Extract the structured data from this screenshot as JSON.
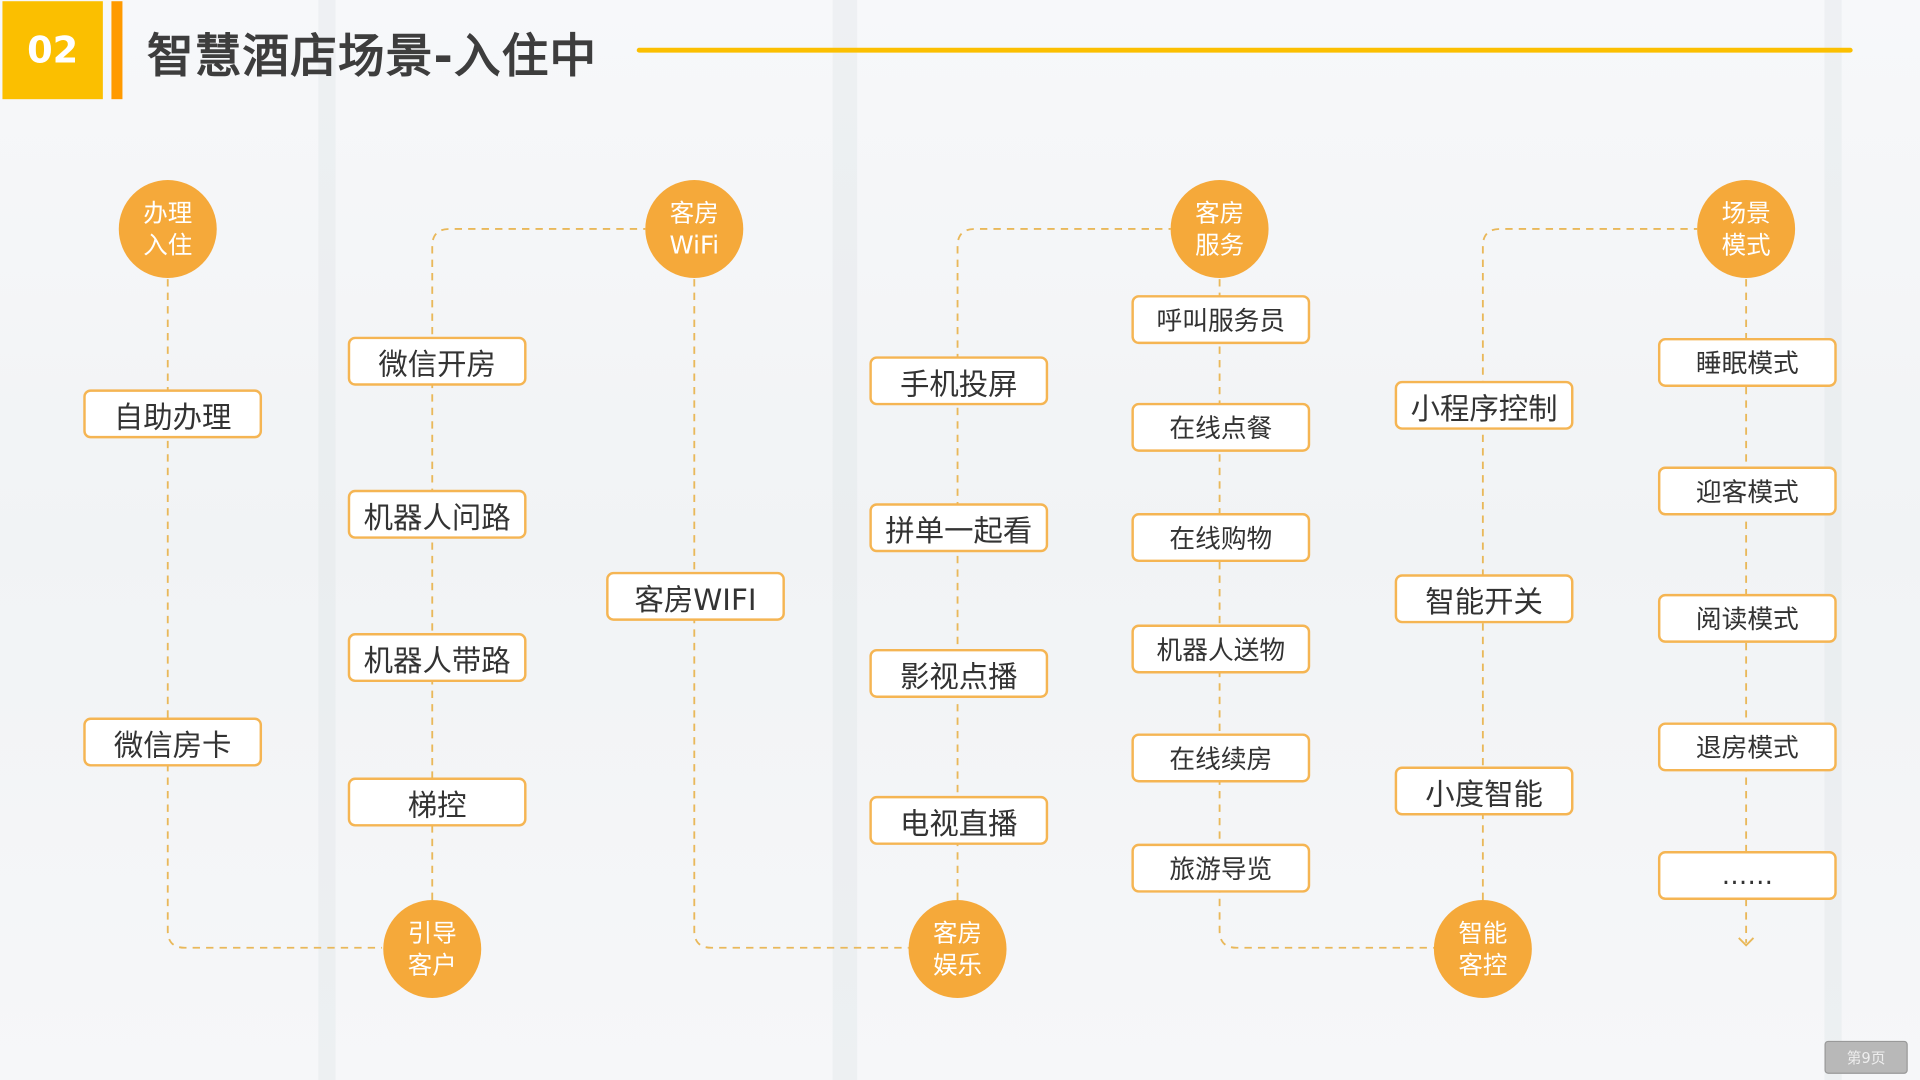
{
  "header": {
    "section_number": "02",
    "title": "智慧酒店场景-入住中"
  },
  "nodes": {
    "checkin": "办理\n入住",
    "wifi": "客房\nWiFi",
    "service": "客房\n服务",
    "scene": "场景\n模式",
    "guide": "引导\n客户",
    "entertainment": "客房\n娱乐",
    "control": "智能\n客控"
  },
  "checkin_items": [
    "自助办理",
    "微信房卡"
  ],
  "guide_items": [
    "微信开房",
    "机器人问路",
    "机器人带路",
    "梯控"
  ],
  "wifi_items": [
    "客房WIFI"
  ],
  "entertainment_items": [
    "手机投屏",
    "拼单一起看",
    "影视点播",
    "电视直播"
  ],
  "service_items": [
    "呼叫服务员",
    "在线点餐",
    "在线购物",
    "机器人送物",
    "在线续房",
    "旅游导览"
  ],
  "control_items": [
    "小程序控制",
    "智能开关",
    "小度智能"
  ],
  "scene_items": [
    "睡眠模式",
    "迎客模式",
    "阅读模式",
    "退房模式",
    "……"
  ],
  "footer": {
    "page_label": "第9页"
  },
  "colors": {
    "accent": "#fbbf00",
    "circle": "#f5a93a",
    "bar": "#ff9a00"
  }
}
